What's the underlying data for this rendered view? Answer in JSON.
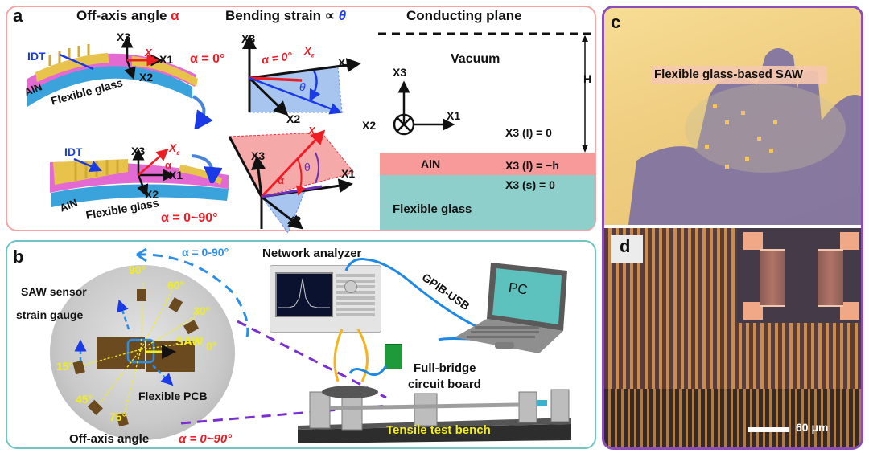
{
  "figure": {
    "panel_a": {
      "letter": "a",
      "left_title_text": "Off-axis angle ",
      "left_title_symbol": "α",
      "middle_title_text": "Bending strain ∝ ",
      "middle_title_symbol": "θ",
      "idt_label": "IDT",
      "aln_label": "AlN",
      "glass_label": "Flexible glass",
      "axis_x1": "X1",
      "axis_x2": "X2",
      "axis_x3": "X3",
      "axis_xe": "X",
      "axis_xe_sub": "ε",
      "alpha_symbol": "α",
      "theta_symbol": "θ",
      "alpha_zero": "α = 0°",
      "alpha_range": "α = 0~90°",
      "alpha_zero_diagram": "α = 0°",
      "right_title": "Conducting plane",
      "vacuum_label": "Vacuum",
      "height_label": "H",
      "x3_l_zero": "X3 (l) = 0",
      "x3_l_minus_h": "X3 (l) = −h",
      "x3_s_zero": "X3 (s) = 0",
      "layer_aln": "AlN",
      "layer_glass": "Flexible glass"
    },
    "panel_b": {
      "letter": "b",
      "alpha_arc": "α = 0-90°",
      "saw_sensor": "SAW sensor",
      "strain_gauge": "strain gauge",
      "saw_label": "SAW",
      "flexible_pcb": "Flexible PCB",
      "angles": [
        "90°",
        "60°",
        "30°",
        "0°",
        "15°",
        "45°",
        "75°"
      ],
      "offaxis_text": "Off-axis angle",
      "offaxis_value": "α = 0~90°",
      "network_analyzer": "Network analyzer",
      "gpib_usb": "GPIB-USB",
      "pc_label": "PC",
      "full_bridge_line1": "Full-bridge",
      "full_bridge_line2": "circuit board",
      "tensile_bench": "Tensile test bench"
    },
    "panel_c": {
      "letter": "c",
      "caption": "Flexible glass-based SAW"
    },
    "panel_d": {
      "letter": "d",
      "scale_bar": "60 μm"
    },
    "colors": {
      "panel_a_border": "#f7a3a3",
      "panel_b_border": "#6ec6c4",
      "panel_cd_border": "#8b4db8",
      "aln_layer": "#f8999a",
      "glass_layer": "#8ecfcb",
      "accent_red": "#ee1c25",
      "accent_blue": "#1a3ae8",
      "angle_yellow": "#f1ee1a"
    }
  }
}
